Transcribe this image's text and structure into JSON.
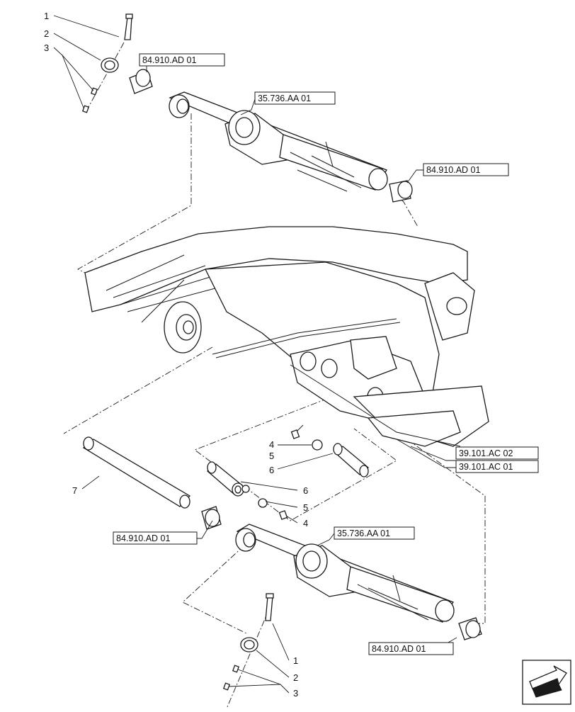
{
  "callouts": {
    "c1_top": "1",
    "c2_top": "2",
    "c3_top": "3",
    "c4_mid_a": "4",
    "c5_mid_a": "5",
    "c6_mid_a": "6",
    "c6_mid_b": "6",
    "c5_mid_b": "5",
    "c4_mid_b": "4",
    "c7": "7",
    "c1_bot": "1",
    "c2_bot": "2",
    "c3_bot": "3"
  },
  "references": {
    "r_84910_top_a": "84.910.AD 01",
    "r_35736_top": "35.736.AA 01",
    "r_84910_top_b": "84.910.AD 01",
    "r_39101_02": "39.101.AC 02",
    "r_39101_01": "39.101.AC 01",
    "r_84910_mid": "84.910.AD 01",
    "r_35736_bot": "35.736.AA 01",
    "r_84910_bot": "84.910.AD 01"
  },
  "icons": {
    "navigation": "arrow-next-page-icon"
  }
}
